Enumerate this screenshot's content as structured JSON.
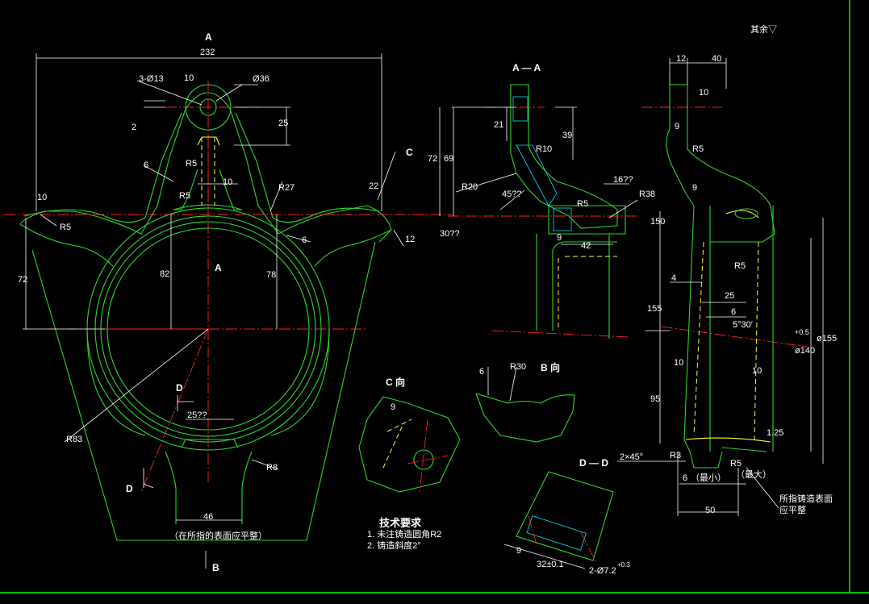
{
  "corner_note": "其余▽",
  "view_labels": {
    "top_a": "A",
    "section_aa": "A — A",
    "center_a": "A",
    "bottom_b": "B",
    "view_c_arrow": "C",
    "view_c": "C 向",
    "view_b": "B 向",
    "section_dd": "D — D",
    "d_upper": "D",
    "d_lower": "D"
  },
  "main_view_dims": {
    "width_232": "232",
    "holes": "3-Ø13",
    "dia36": "Ø36",
    "d10_top": "10",
    "d2": "2",
    "d25": "25",
    "r5_a": "R5",
    "d6_a": "6",
    "d10_mid": "10",
    "r27": "R27",
    "r5_b": "R5",
    "d10_left": "10",
    "r5_left": "R5",
    "d22": "22",
    "d12": "12",
    "d6_b": "6",
    "d72": "72",
    "d82": "82",
    "d78": "78",
    "d25b": "25??",
    "r83": "R83",
    "r8": "R8",
    "d46": "46",
    "bottom_note": "（在所指的表面应平整）"
  },
  "section_aa_dims": {
    "d21": "21",
    "d39": "39",
    "d72": "72",
    "d69": "69",
    "r10": "R10",
    "d16": "16??",
    "r20": "R20",
    "d45": "45??",
    "r5": "R5",
    "r38": "R38",
    "d30": "30??",
    "d9": "9",
    "d42": "42"
  },
  "side_view_dims": {
    "d12": "12",
    "d40": "40",
    "d10": "10",
    "d9a": "9",
    "r5a": "R5",
    "d9b": "9",
    "d150": "150",
    "r5b": "R5",
    "d4": "4",
    "d25": "25",
    "d155": "155",
    "d6": "6",
    "angle": "5°30′",
    "dia140": "ø140",
    "tol140": "+0.5",
    "dia155": "ø155",
    "d10b": "10",
    "d10c": "10",
    "d95": "95",
    "d125": "1.25",
    "chamfer": "2×45°",
    "r3": "R3",
    "r5c": "R5",
    "d6b": "6",
    "min": "（最小）",
    "max": "（最大）",
    "d50": "50",
    "note_line1": "所指铸造表面",
    "note_line2": "应平整"
  },
  "view_b_dims": {
    "d6": "6",
    "r30": "R30"
  },
  "view_c_dims": {
    "d9": "9"
  },
  "section_dd_dims": {
    "d9": "9",
    "d32": "32±0.1",
    "holes": "2-Ø7.2",
    "tol": "+0.3"
  },
  "tech_requirements": {
    "title": "技术要求",
    "item1": "1. 未注铸造圆角R2",
    "item2": "2. 铸造斜度2°"
  }
}
